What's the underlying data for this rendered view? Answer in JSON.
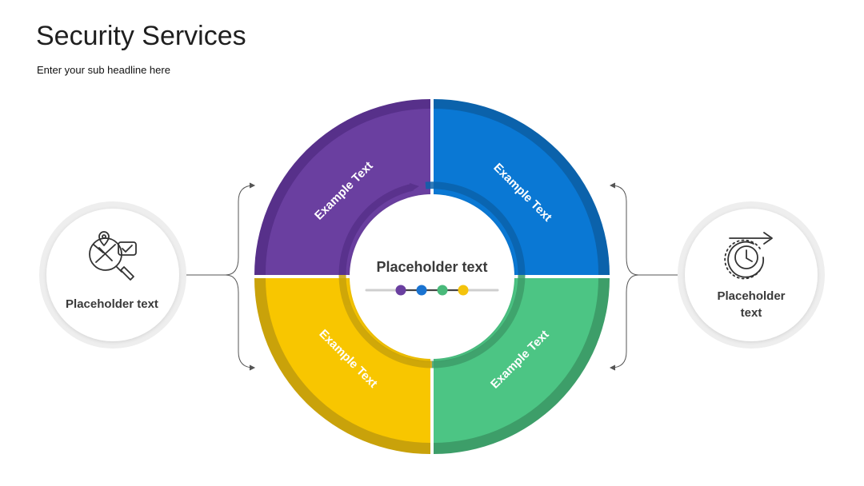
{
  "header": {
    "title": "Security Services",
    "subtitle": "Enter your sub headline here"
  },
  "center": {
    "label": "Placeholder text",
    "dots": [
      "#6a3fa0",
      "#1a73d1",
      "#49b97a",
      "#f4c30c"
    ]
  },
  "segments": [
    {
      "id": "top-left",
      "label": "Example Text",
      "color": "#6a3fa0",
      "rim": "#57308a"
    },
    {
      "id": "top-right",
      "label": "Example Text",
      "color": "#0a78d4",
      "rim": "#0b62ab"
    },
    {
      "id": "bottom-left",
      "label": "Example Text",
      "color": "#f8c600",
      "rim": "#c9a20a"
    },
    {
      "id": "bottom-right",
      "label": "Example Text",
      "color": "#4cc584",
      "rim": "#3d9e69"
    }
  ],
  "left_node": {
    "label": "Placeholder text",
    "icon": "location-search-icon"
  },
  "right_node": {
    "label_line1": "Placeholder",
    "label_line2": "text",
    "icon": "clock-arrow-icon"
  }
}
